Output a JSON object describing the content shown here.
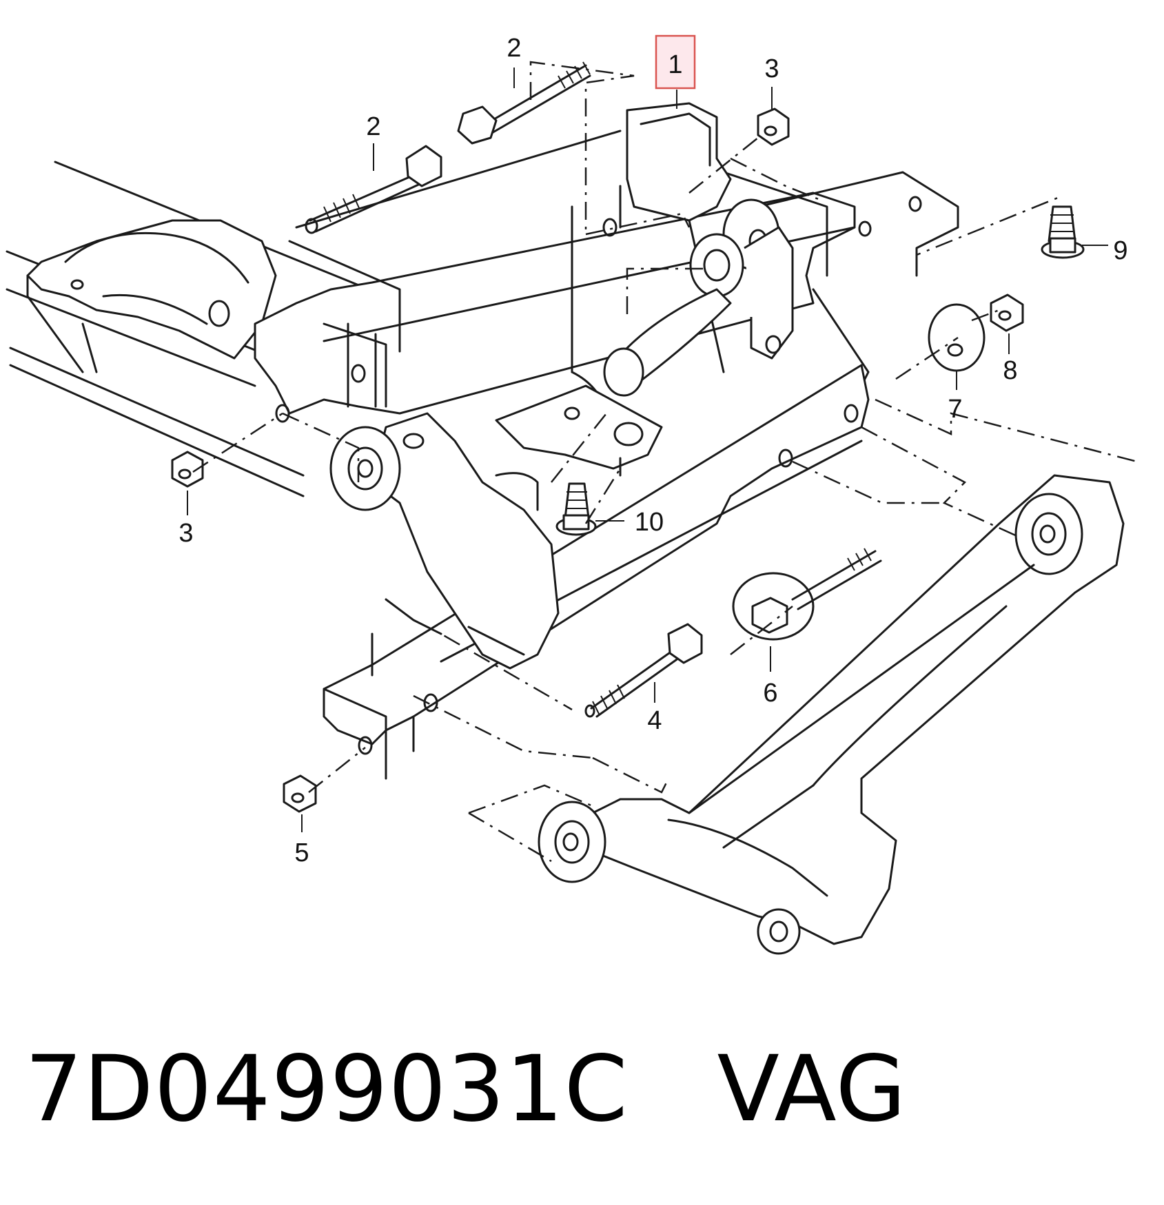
{
  "callouts": [
    {
      "id": "1",
      "label": "1",
      "highlighted": true
    },
    {
      "id": "2a",
      "label": "2"
    },
    {
      "id": "2b",
      "label": "2"
    },
    {
      "id": "3a",
      "label": "3"
    },
    {
      "id": "3b",
      "label": "3"
    },
    {
      "id": "4",
      "label": "4"
    },
    {
      "id": "5",
      "label": "5"
    },
    {
      "id": "6",
      "label": "6"
    },
    {
      "id": "7",
      "label": "7"
    },
    {
      "id": "8",
      "label": "8"
    },
    {
      "id": "9",
      "label": "9"
    },
    {
      "id": "10",
      "label": "10"
    }
  ],
  "footer": {
    "part_number": "7D0499031C",
    "brand": "VAG",
    "text": "7D0499031C   VAG"
  },
  "colors": {
    "line": "#1a1a1a",
    "highlight_fill": "#fde8ec",
    "highlight_border": "#d9534f"
  }
}
